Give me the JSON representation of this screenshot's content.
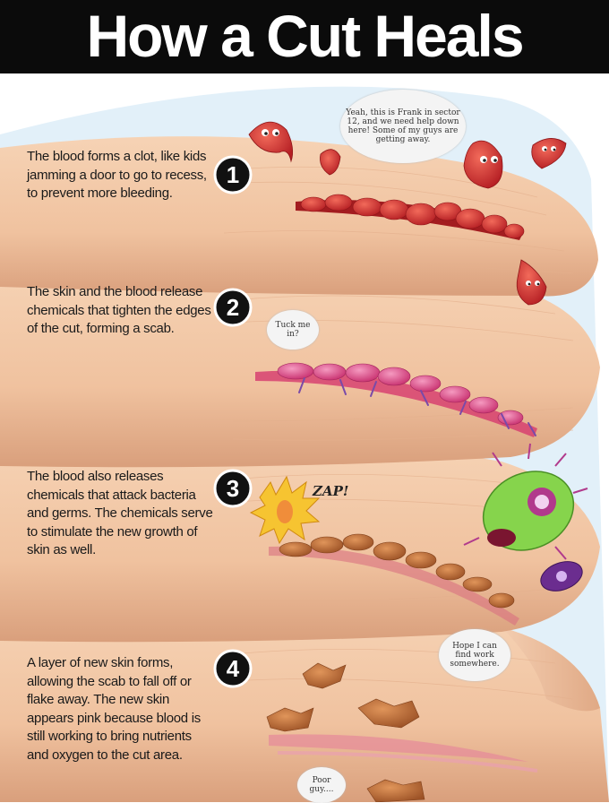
{
  "title": "How a Cut Heals",
  "steps": [
    {
      "number": "1",
      "text": "The blood forms a clot, like kids jamming a door to go to recess, to prevent more bleeding."
    },
    {
      "number": "2",
      "text": "The skin and the blood release chemicals that tighten the edges of the cut, forming a scab."
    },
    {
      "number": "3",
      "text": "The blood also releases chemicals that attack bacteria and germs. The chemicals serve to stimulate the new growth of skin as well."
    },
    {
      "number": "4",
      "text": "A layer of new skin forms, allowing the scab to fall off or flake away. The new skin appears pink because blood is still working to bring nutrients and oxygen to the cut area."
    }
  ],
  "bubbles": {
    "frank": "Yeah, this is Frank in sector 12, and we need help down here! Some of my guys are getting away.",
    "tuck": "Tuck me in?",
    "zap": "ZAP!",
    "hope": "Hope I can find work somewhere.",
    "poor": "Poor guy...."
  },
  "colors": {
    "header": "#0b0b0b",
    "skin": "#f1c7a4",
    "skin_shadow": "#d9a07e",
    "blood": "#c8282c",
    "scab": "#b86a3a",
    "platelet": "#d9428a",
    "germ_green": "#7fd04a",
    "germ_purple": "#6b2d8f"
  }
}
